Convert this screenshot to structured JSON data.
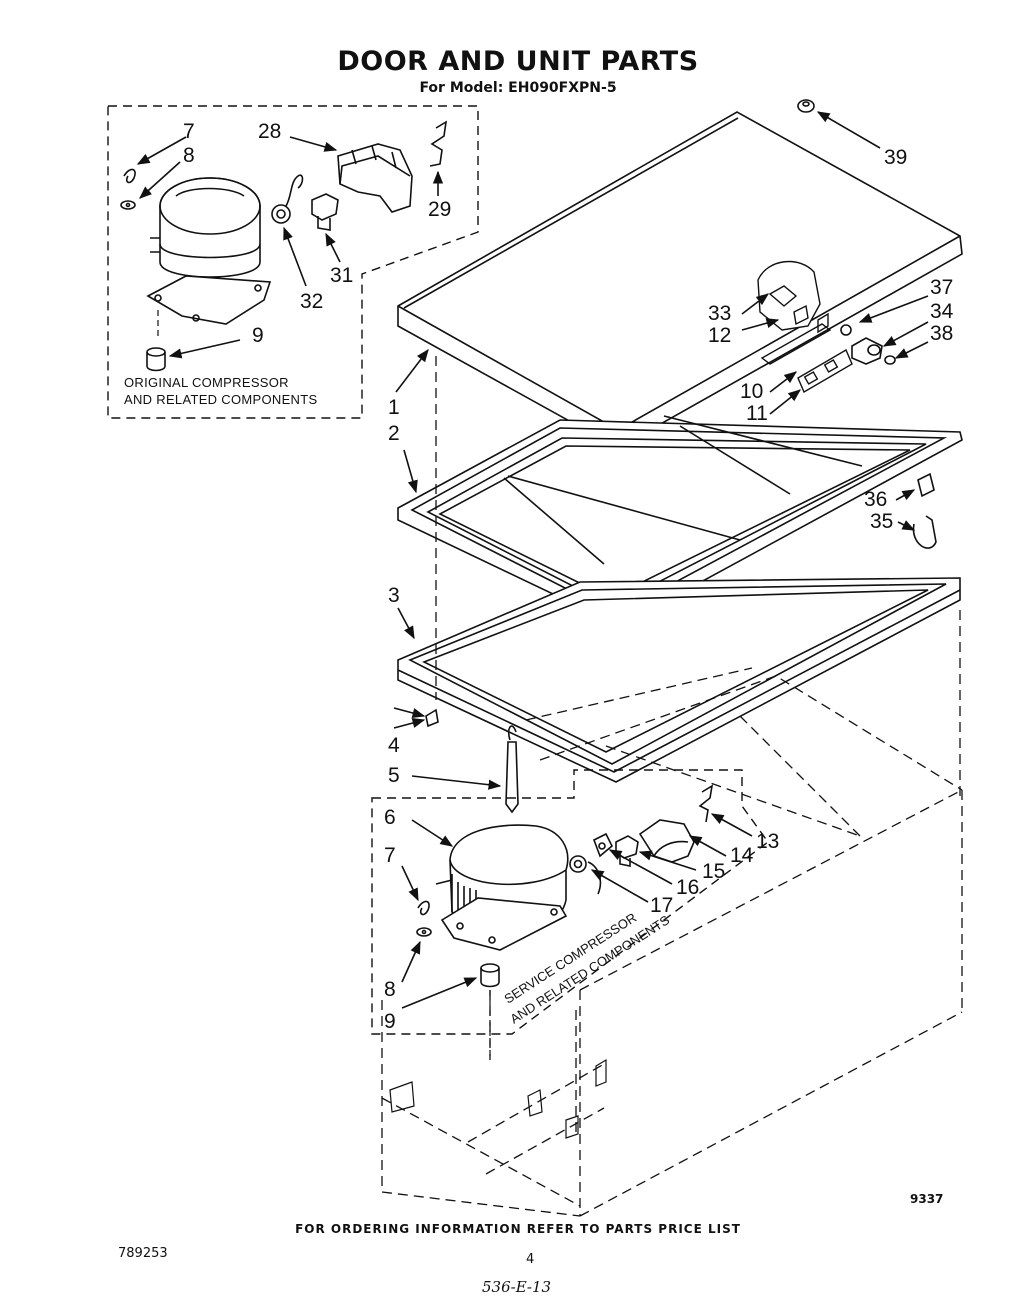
{
  "header": {
    "title": "DOOR AND UNIT PARTS",
    "model_line": "For Model: EH090FXPN-5"
  },
  "groups": {
    "original": [
      "ORIGINAL COMPRESSOR",
      "AND RELATED COMPONENTS"
    ],
    "service": [
      "SERVICE COMPRESSOR",
      "AND RELATED COMPONENTS"
    ]
  },
  "callouts": {
    "c1": "1",
    "c2": "2",
    "c3": "3",
    "c4": "4",
    "c5": "5",
    "c6": "6",
    "c7": "7",
    "c7b": "7",
    "c8": "8",
    "c8b": "8",
    "c9": "9",
    "c9b": "9",
    "c10": "10",
    "c11": "11",
    "c12": "12",
    "c13": "13",
    "c14": "14",
    "c15": "15",
    "c16": "16",
    "c17": "17",
    "c28": "28",
    "c29": "29",
    "c31": "31",
    "c32": "32",
    "c33": "33",
    "c34": "34",
    "c35": "35",
    "c36": "36",
    "c37": "37",
    "c38": "38",
    "c39": "39"
  },
  "footer": {
    "figure_code": "9337",
    "ordering_note": "FOR ORDERING INFORMATION REFER TO PARTS PRICE LIST",
    "doc_number": "789253",
    "page_number": "4",
    "handwritten_code": "536-E-13"
  }
}
